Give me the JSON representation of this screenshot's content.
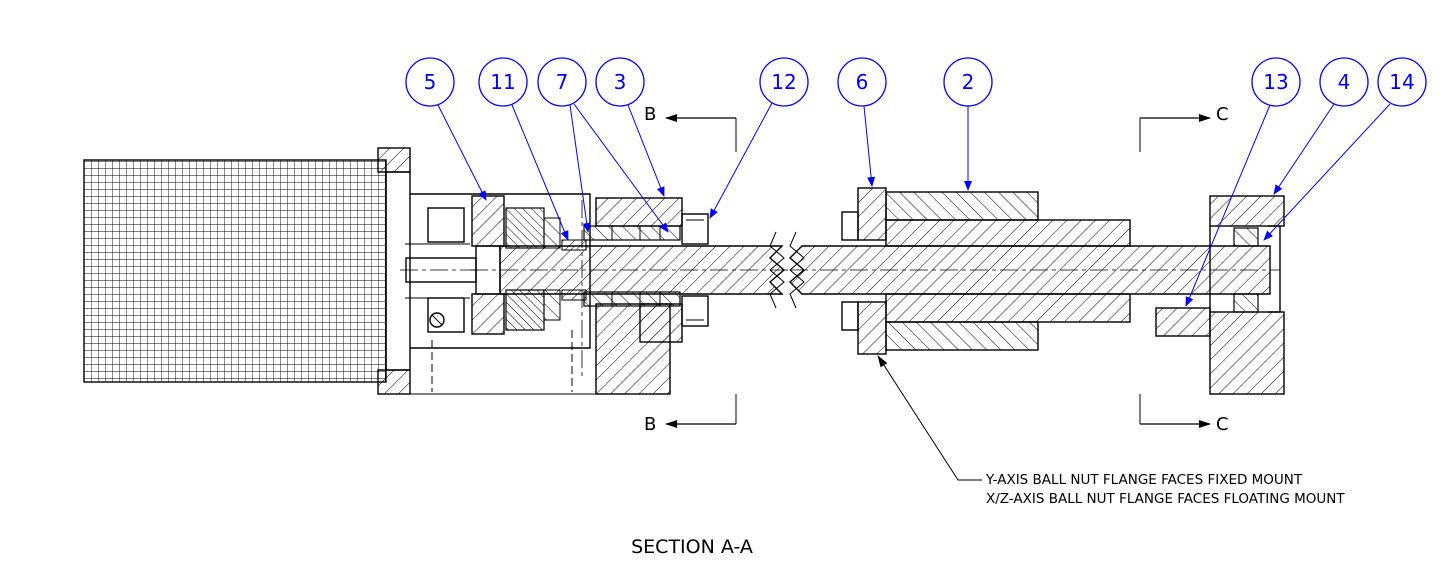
{
  "drawing": {
    "title": "SECTION A-A",
    "balloon_color": "#0000ff",
    "balloons": [
      {
        "id": "balloon-5",
        "label": "5"
      },
      {
        "id": "balloon-11",
        "label": "11"
      },
      {
        "id": "balloon-7",
        "label": "7"
      },
      {
        "id": "balloon-3",
        "label": "3"
      },
      {
        "id": "balloon-12",
        "label": "12"
      },
      {
        "id": "balloon-6",
        "label": "6"
      },
      {
        "id": "balloon-2",
        "label": "2"
      },
      {
        "id": "balloon-13",
        "label": "13"
      },
      {
        "id": "balloon-4",
        "label": "4"
      },
      {
        "id": "balloon-14",
        "label": "14"
      }
    ],
    "section_markers": {
      "b_top": "B",
      "b_bottom": "B",
      "c_top": "C",
      "c_bottom": "C"
    },
    "note": {
      "line1": "Y-AXIS BALL NUT FLANGE FACES FIXED MOUNT",
      "line2": "X/Z-AXIS BALL NUT FLANGE FACES FLOATING MOUNT"
    }
  }
}
